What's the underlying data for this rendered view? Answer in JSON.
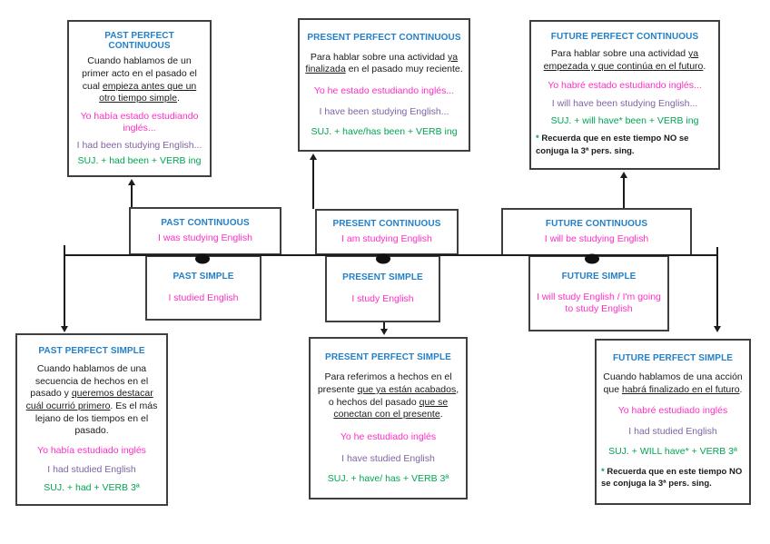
{
  "colors": {
    "blue": "#2380c8",
    "pink": "#ff2ec4",
    "purple": "#8064a2",
    "green": "#00a551",
    "ink": "#1a1a1a",
    "border": "#3f3f3f"
  },
  "boxes": {
    "ppc": {
      "title": "PAST PERFECT CONTINUOUS",
      "desc": [
        {
          "t": "Cuando hablamos de un primer acto en el pasado el cual "
        },
        {
          "t": "empieza antes que un otro tiempo simple",
          "u": true
        },
        {
          "t": "."
        }
      ],
      "example_es": "Yo había estado estudiando inglés...",
      "example_en": "I had been studying English...",
      "formula": "SUJ. + had been + VERB ing"
    },
    "prpc": {
      "title": "PRESENT PERFECT CONTINUOUS",
      "desc": [
        {
          "t": "Para hablar sobre una actividad "
        },
        {
          "t": "ya finalizada",
          "u": true
        },
        {
          "t": " en el pasado muy reciente."
        }
      ],
      "example_es": "Yo he estado estudiando inglés...",
      "example_en": "I have been studying English...",
      "formula": "SUJ. + have/has been + VERB ing"
    },
    "fpc": {
      "title": "FUTURE PERFECT CONTINUOUS",
      "desc": [
        {
          "t": "Para hablar sobre una actividad "
        },
        {
          "t": "ya empezada y que continúa en el futuro",
          "u": true
        },
        {
          "t": "."
        }
      ],
      "example_es": "Yo habré estado estudiando inglés...",
      "example_en": "I will have been studying English...",
      "formula": "SUJ. + will have* been + VERB ing",
      "note": [
        {
          "t": "* ",
          "c": "green",
          "b": true
        },
        {
          "t": "Recuerda que en este tiempo NO se conjuga la 3ª pers. sing.",
          "b": true
        }
      ]
    },
    "pc": {
      "title": "PAST CONTINUOUS",
      "example_es": "I was studying English"
    },
    "prc": {
      "title": "PRESENT CONTINUOUS",
      "example_es": "I am studying English"
    },
    "fc": {
      "title": "FUTURE CONTINUOUS",
      "example_es": "I will be studying English"
    },
    "ps": {
      "title": "PAST SIMPLE",
      "example_es": "I studied English"
    },
    "prs": {
      "title": "PRESENT SIMPLE",
      "example_es": "I study English"
    },
    "fs": {
      "title": "FUTURE SIMPLE",
      "example_es": "I will study English / I'm going to study English"
    },
    "pps": {
      "title": "PAST PERFECT SIMPLE",
      "desc": [
        {
          "t": "Cuando hablamos de una secuencia de hechos en el pasado y "
        },
        {
          "t": "queremos destacar cuál ocurrió primero",
          "u": true
        },
        {
          "t": ". Es el más lejano de los tiempos en el pasado."
        }
      ],
      "example_es": "Yo había estudiado inglés",
      "example_en": "I had studied English",
      "formula": "SUJ. + had + VERB 3ª"
    },
    "prps": {
      "title": "PRESENT PERFECT SIMPLE",
      "desc": [
        {
          "t": "Para referimos a hechos en el presente "
        },
        {
          "t": "que ya están acabados",
          "u": true
        },
        {
          "t": ", o hechos del pasado "
        },
        {
          "t": "que se conectan con el presente",
          "u": true
        },
        {
          "t": "."
        }
      ],
      "example_es": "Yo he estudiado inglés",
      "example_en": "I have studied English",
      "formula": "SUJ. + have/ has + VERB 3ª"
    },
    "fps": {
      "title": "FUTURE PERFECT SIMPLE",
      "desc": [
        {
          "t": "Cuando hablamos de una acción que "
        },
        {
          "t": "habrá finalizado en el futuro",
          "u": true
        },
        {
          "t": "."
        }
      ],
      "example_es": "Yo habré estudiado inglés",
      "example_en": "I had studied English",
      "formula": "SUJ. + WILL have* + VERB 3ª",
      "note": [
        {
          "t": "* ",
          "c": "green",
          "b": true
        },
        {
          "t": "Recuerda que en este tiempo NO se conjuga la 3ª pers. sing.",
          "b": true
        }
      ]
    }
  }
}
